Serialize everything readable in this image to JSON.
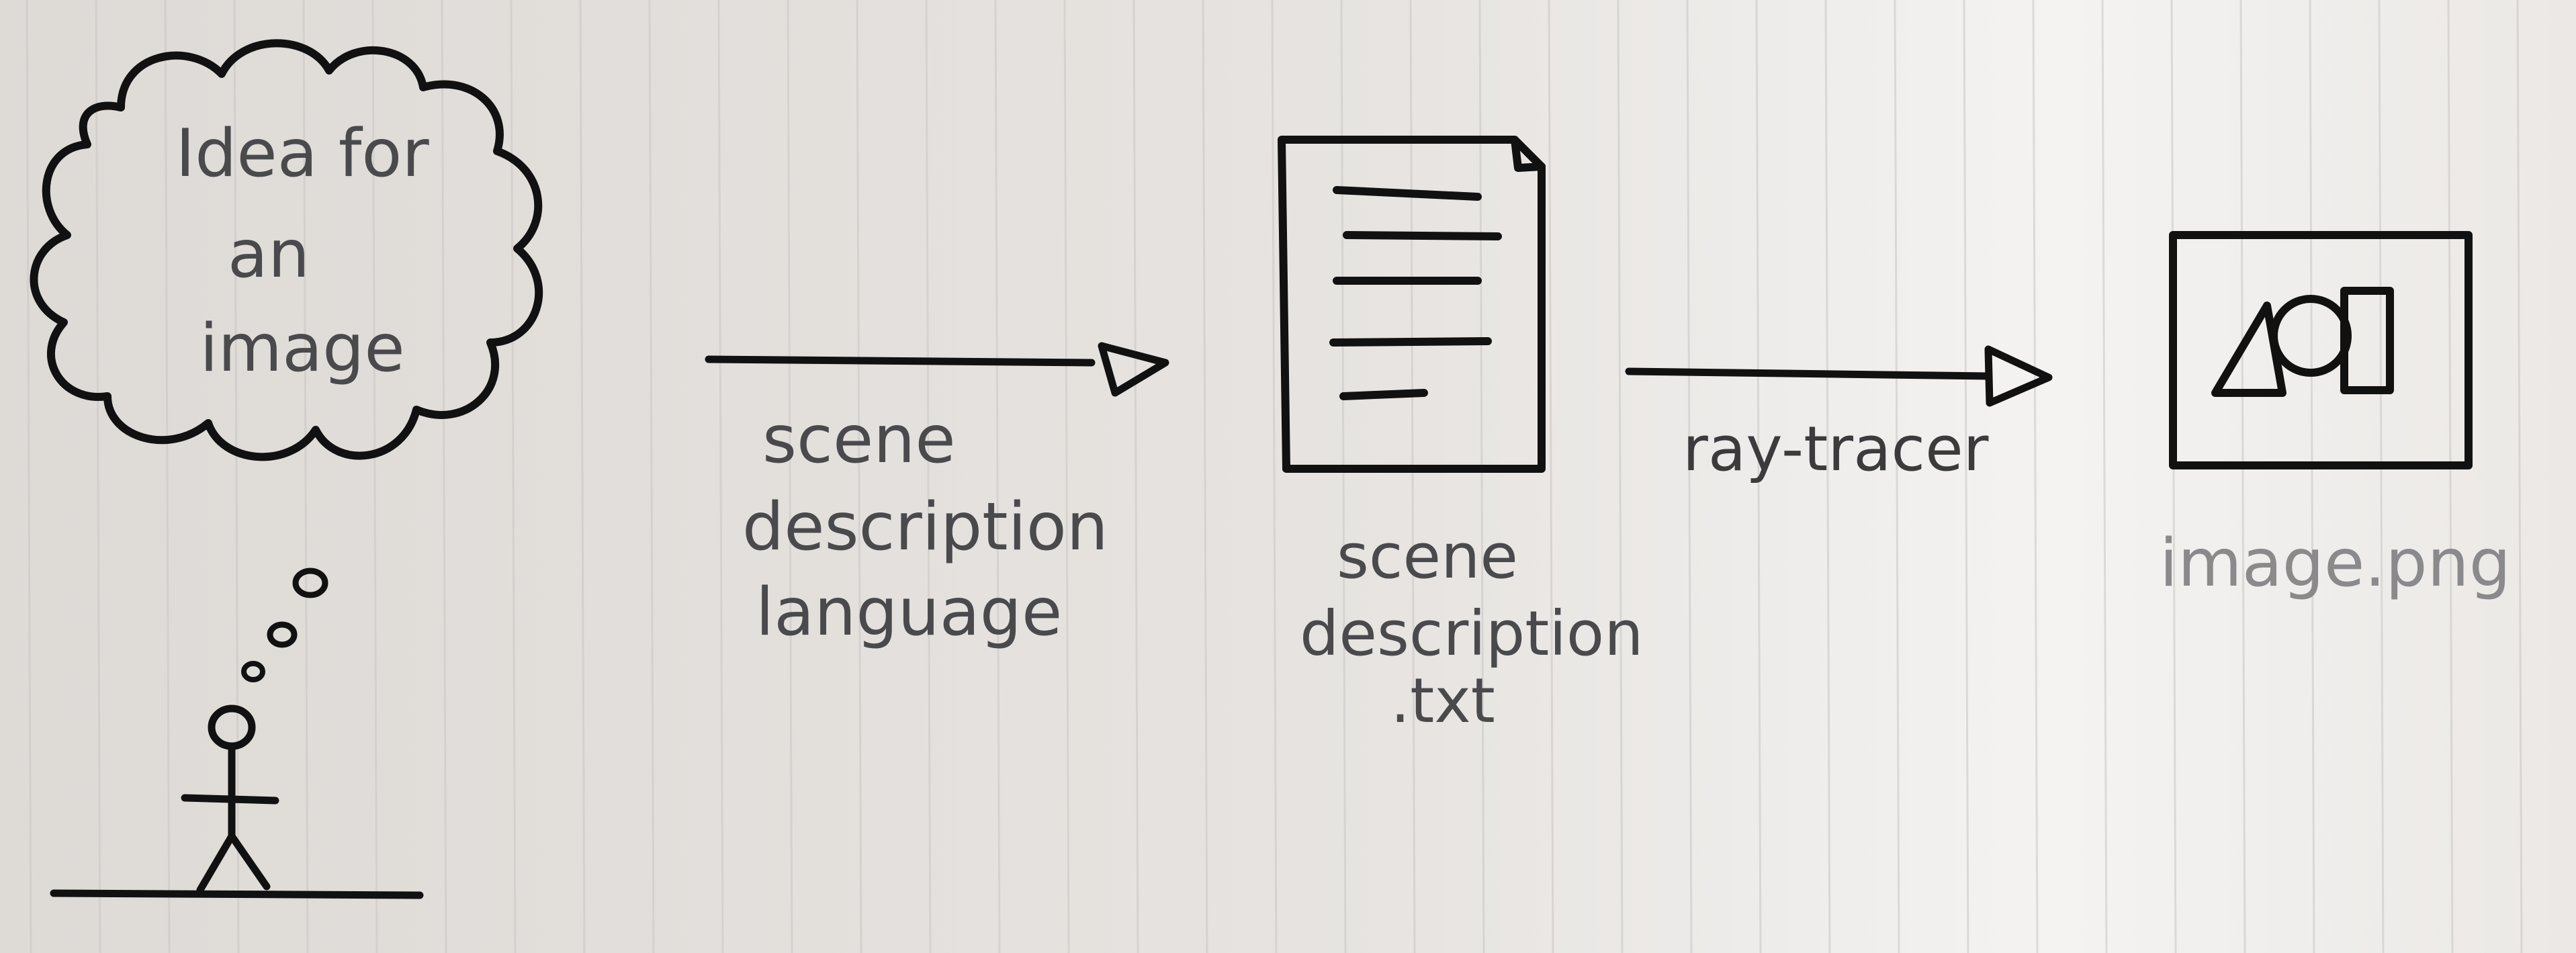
{
  "cloud": {
    "line1": "Idea for",
    "line2": "an",
    "line3": "image"
  },
  "arrow1_label": {
    "line1": "scene",
    "line2": "description",
    "line3": "language"
  },
  "document_label": {
    "line1": "scene",
    "line2": "description",
    "line3": ".txt"
  },
  "arrow2_label": "ray-tracer",
  "image_label": "image.png",
  "colors": {
    "paper": "#e6e2de",
    "ink": "#111111",
    "pencil_dark": "#3b3b3d",
    "pencil_light": "#8a8a8c"
  },
  "icons": [
    "thought-cloud",
    "stick-figure",
    "text-document-icon",
    "image-frame-icon"
  ]
}
